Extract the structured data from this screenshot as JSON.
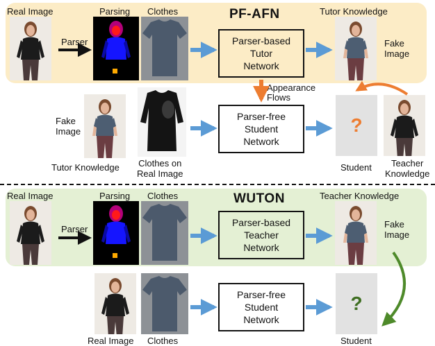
{
  "top": {
    "title": "PF-AFN",
    "real_image_label": "Real Image",
    "parsing_label": "Parsing",
    "clothes_label": "Clothes",
    "parser_label": "Parser",
    "tutor_knowledge_label": "Tutor Knowledge",
    "fake_image_label": "Fake\nImage",
    "tutor_network": "Parser-based\nTutor\nNetwork",
    "appearance_flows_label": "Appearance\nFlows",
    "student_network": "Parser-free\nStudent\nNetwork",
    "left_fake_image_label": "Fake\nImage",
    "left_tutor_knowledge_label": "Tutor Knowledge",
    "clothes_on_real_label": "Clothes on\nReal Image",
    "question_mark": "?",
    "student_label": "Student",
    "teacher_knowledge_label": "Teacher\nKnowledge"
  },
  "bottom": {
    "title": "WUTON",
    "real_image_label": "Real Image",
    "parsing_label": "Parsing",
    "clothes_label": "Clothes",
    "parser_label": "Parser",
    "teacher_knowledge_label": "Teacher Knowledge",
    "fake_image_label": "Fake\nImage",
    "teacher_network": "Parser-based\nTeacher\nNetwork",
    "student_network": "Parser-free\nStudent\nNetwork",
    "question_mark": "?",
    "real_image_bottom_label": "Real Image",
    "clothes_bottom_label": "Clothes",
    "student_label": "Student"
  },
  "colors": {
    "pf_afn_panel": "#fcecc6",
    "wuton_panel": "#e4f0d4",
    "blue_arrow": "#5b9bd5",
    "orange_arrow": "#ed7d31",
    "green_arrow": "#4e8a2a",
    "question_orange": "#ed7d31",
    "question_green": "#3f6f22"
  }
}
